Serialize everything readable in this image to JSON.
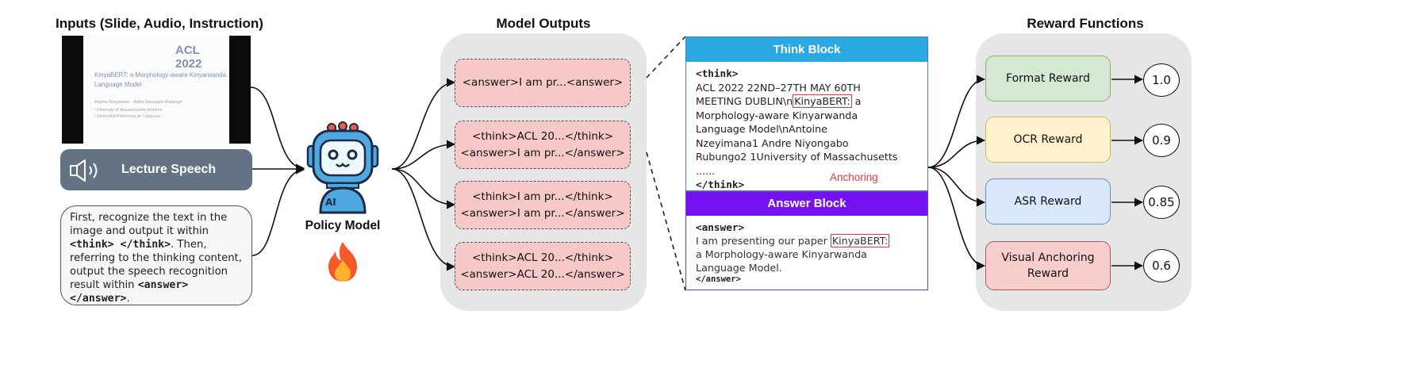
{
  "headers": {
    "inputs": "Inputs (Slide, Audio, Instruction)",
    "model_outputs": "Model Outputs",
    "reward_functions": "Reward Functions"
  },
  "slide": {
    "conference": "ACL 2022",
    "title_line1": "KinyaBERT: a Morphology-aware Kinyarwanda",
    "title_line2": "Language Model",
    "authors": "Antoine Nzeyimana¹ · Andre Niyongabo Rubungo²",
    "affil1": "¹ University of Massachusetts Amherst",
    "affil2": "² Universitat Politècnica de Catalunya"
  },
  "speech": {
    "label": "Lecture Speech",
    "icon": "speaker-icon"
  },
  "instruction": {
    "p1": "First, recognize the text in the image and output it within ",
    "t1": "<think> </think>",
    "p2": ". Then, referring to the thinking content, output the speech recognition result within ",
    "t2": "<answer> </answer>",
    "p3": "."
  },
  "policy": {
    "label": "Policy Model",
    "robot_icon": "robot-icon",
    "fire_icon": "fire-icon"
  },
  "outputs": [
    {
      "line1": "<answer>I am pr...<answer>"
    },
    {
      "line1": "<think>ACL 20...</think>",
      "line2": "<answer>I am pr...</answer>"
    },
    {
      "line1": "<think>I am pr...</think>",
      "line2": "<answer>I am pr...</answer>"
    },
    {
      "line1": "<think>ACL 20...</think>",
      "line2": "<answer>ACL 20...</answer>"
    }
  ],
  "think_block": {
    "header": "Think Block",
    "open_tag": "<think>",
    "l1": "ACL 2022 22ND–27TH MAY 60TH",
    "l2a": "MEETING DUBLIN\\n",
    "l2b": "KinyaBERT:",
    "l2c": " a",
    "l3": "Morphology-aware Kinyarwanda",
    "l4": "Language Model\\nAntoine",
    "l5": "Nzeyimana1 Andre Niyongabo",
    "l6": "Rubungo2 1University of Massachusetts",
    "l7": "......",
    "close_tag": "</think>"
  },
  "anchoring_label": "Anchoring",
  "answer_block": {
    "header": "Answer Block",
    "open_tag": "<answer>",
    "l1a": "I am presenting our paper ",
    "l1b": "KinyaBERT:",
    "l2": "a Morphology-aware Kinyarwanda",
    "l3": "Language Model.",
    "close_tag": "</answer>"
  },
  "rewards": [
    {
      "label": "Format Reward",
      "score": "1.0",
      "fill": "#d5e8d4",
      "border": "#82b366"
    },
    {
      "label": "OCR Reward",
      "score": "0.9",
      "fill": "#fff2cc",
      "border": "#d6b656"
    },
    {
      "label": "ASR Reward",
      "score": "0.85",
      "fill": "#dae8fc",
      "border": "#6c8ebf"
    },
    {
      "label": "Visual Anchoring Reward",
      "score": "0.6",
      "fill": "#f8cecc",
      "border": "#b85450"
    }
  ]
}
